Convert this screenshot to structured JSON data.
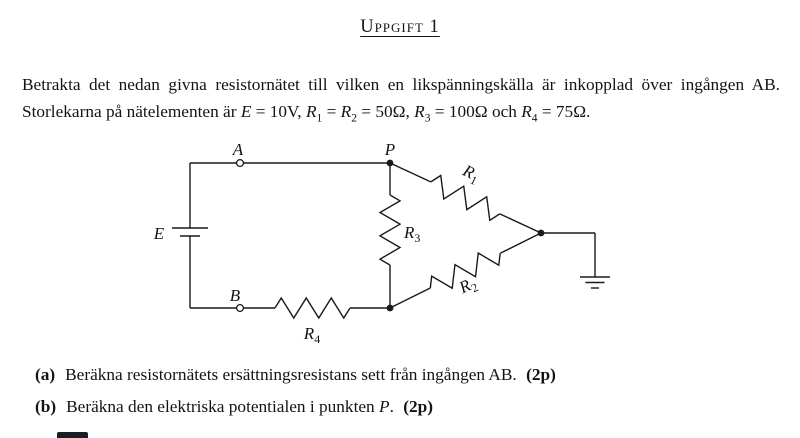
{
  "colors": {
    "ink": "#141414",
    "background": "#ffffff",
    "artifact": "#1c1c26"
  },
  "title": "Uppgift 1",
  "problem": {
    "s1": "Betrakta det nedan givna resistornätet till vilken en likspänningskälla är inkopplad över ingången AB. Storlekarna på nätelementen är",
    "E": "E",
    "eqE": " = 10V,",
    "R": "R",
    "sub1": "1",
    "eq12": " = ",
    "sub2": "2",
    "eq50": " = 50Ω,",
    "sub3": "3",
    "eq100": " = 100Ω",
    "och": "och",
    "sub4": "4",
    "eq75": " = 75Ω."
  },
  "circuit": {
    "labels": {
      "A": "A",
      "P": "P",
      "B": "B",
      "E": "E",
      "R1": {
        "base": "R",
        "sub": "1"
      },
      "R2": {
        "base": "R",
        "sub": "2"
      },
      "R3": {
        "base": "R",
        "sub": "3"
      },
      "R4": {
        "base": "R",
        "sub": "4"
      }
    },
    "values": {
      "E": "10V",
      "R1": "50Ω",
      "R2": "50Ω",
      "R3": "100Ω",
      "R4": "75Ω"
    }
  },
  "questions": [
    {
      "label": "(a)",
      "text": "Beräkna resistornätets ersättningsresistans sett från ingången AB.",
      "points": "(2p)"
    },
    {
      "label": "(b)",
      "text": "Beräkna den elektriska potentialen i punkten ",
      "var": "P",
      "after": ".",
      "points": "(2p)"
    }
  ]
}
